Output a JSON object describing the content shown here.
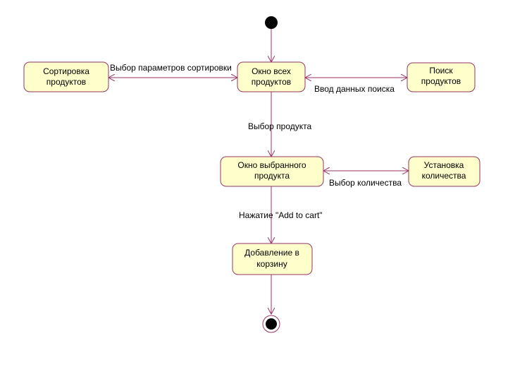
{
  "diagram": {
    "states": {
      "all_products": [
        "Окно всех",
        "продуктов"
      ],
      "sorting": [
        "Сортировка",
        "продуктов"
      ],
      "search": [
        "Поиск",
        "продуктов"
      ],
      "selected_product": [
        "Окно выбранного",
        "продукта"
      ],
      "quantity": [
        "Установка",
        "количества"
      ],
      "add_to_cart": [
        "Добавление в",
        "корзину"
      ]
    },
    "transitions": {
      "sort_params": "Выбор параметров сортировки",
      "search_input": "Ввод данных поиска",
      "select_product": "Выбор продукта",
      "select_quantity": "Выбор количества",
      "add_to_cart_click": "Нажатие \"Add to cart\""
    },
    "colors": {
      "state_fill": "#ffffcc",
      "state_border": "#993366",
      "line": "#993366",
      "node": "#000000"
    }
  }
}
